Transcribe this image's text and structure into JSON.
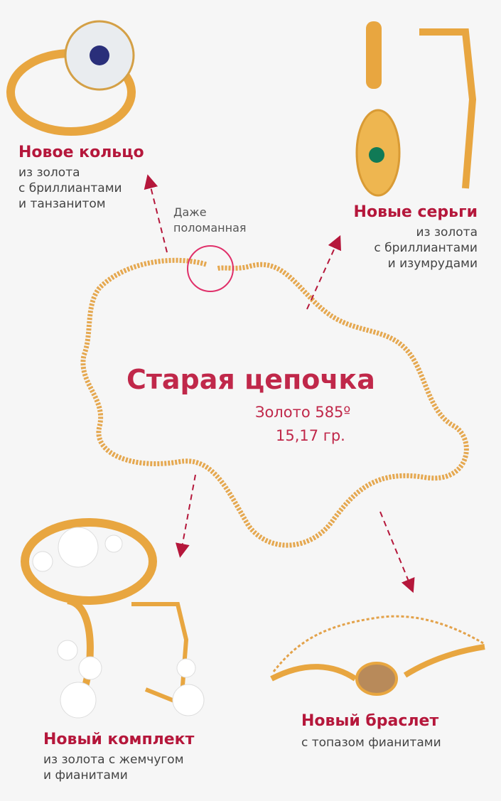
{
  "center": {
    "title": "Старая цепочка",
    "metal": "Золото 585º",
    "weight": "15,17 гр.",
    "note_line1": "Даже",
    "note_line2": "поломанная"
  },
  "ring": {
    "title": "Новое кольцо",
    "lines": [
      "из золота",
      "с бриллиантами",
      "и танзанитом"
    ]
  },
  "earrings": {
    "title": "Новые серьги",
    "lines": [
      "из золота",
      "с бриллиантами",
      "и изумрудами"
    ]
  },
  "set": {
    "title": "Новый комплект",
    "lines": [
      "из золота с жемчугом",
      "и фианитами"
    ]
  },
  "bracelet": {
    "title": "Новый браслет",
    "lines": [
      "с топазом  фианитами"
    ]
  },
  "colors": {
    "accent": "#b5173b",
    "gold": "#e5a850",
    "background": "#f6f6f6"
  }
}
